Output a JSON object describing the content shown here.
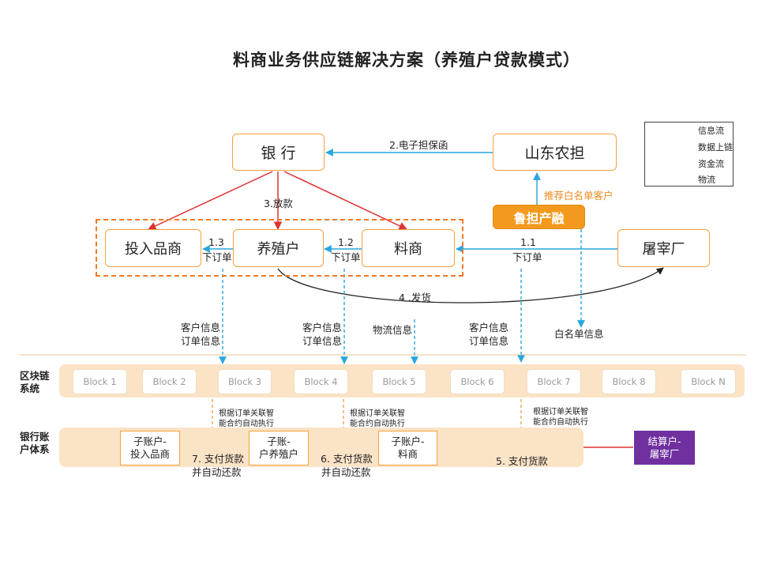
{
  "title": "料商业务供应链解决方案（养殖户贷款模式）",
  "nodes": {
    "bank": "银 行",
    "guarantor": "山东农担",
    "ludan": "鲁担产融",
    "supplier": "投入品商",
    "farmer": "养殖户",
    "feed": "料商",
    "slaughter": "屠宰厂"
  },
  "edge_labels": {
    "guarantee": "2.电子担保函",
    "loan": "3.放款",
    "recommend": "推荐白名单客户",
    "order_1_1_num": "1.1",
    "order_1_1_text": "下订单",
    "order_1_2_num": "1.2",
    "order_1_2_text": "下订单",
    "order_1_3_num": "1.3",
    "order_1_3_text": "下订单",
    "ship": "4 .发货"
  },
  "data_labels": {
    "info_1_line1": "客户信息",
    "info_1_line2": "订单信息",
    "info_2_line1": "客户信息",
    "info_2_line2": "订单信息",
    "logistics": "物流信息",
    "info_3_line1": "客户信息",
    "info_3_line2": "订单信息",
    "whitelist": "白名单信息"
  },
  "side_labels": {
    "blockchain_line1": "区块链",
    "blockchain_line2": "系统",
    "bank_line1": "银行账",
    "bank_line2": "户体系"
  },
  "blocks": [
    "Block 1",
    "Block 2",
    "Block 3",
    "Block 4",
    "Block 5",
    "Block 6",
    "Block 7",
    "Block 8",
    "Block N"
  ],
  "smart_contract": {
    "a_line1": "根据订单关联智",
    "a_line2": "能合约自动执行",
    "b_line1": "根据订单关联智",
    "b_line2": "能合约自动执行",
    "c_line1": "根据订单关联智",
    "c_line2": "能合约自动执行"
  },
  "accounts": {
    "supplier_line1": "子账户-",
    "supplier_line2": "投入品商",
    "farmer_line1": "子账-",
    "farmer_line2": "户养殖户",
    "feed_line1": "子账户-",
    "feed_line2": "料商",
    "settle_line1": "结算户-",
    "settle_line2": "屠宰厂"
  },
  "payments": {
    "p5": "5. 支付货款",
    "p6_line1": "6. 支付货款",
    "p6_line2": "并自动还款",
    "p7_line1": "7. 支付货款",
    "p7_line2": "并自动还款"
  },
  "legend": {
    "info": "信息流",
    "data": "数据上链",
    "fund": "资金流",
    "logistics": "物流"
  },
  "colors": {
    "info_flow": "#29a6df",
    "data_flow": "#29a6df",
    "fund_flow": "#e03030",
    "logistics_flow": "#222222",
    "node_border": "#f2a23c",
    "ludan_fill": "#f39a1e",
    "band": "#fbe3c6",
    "settle_fill": "#7030a0"
  }
}
